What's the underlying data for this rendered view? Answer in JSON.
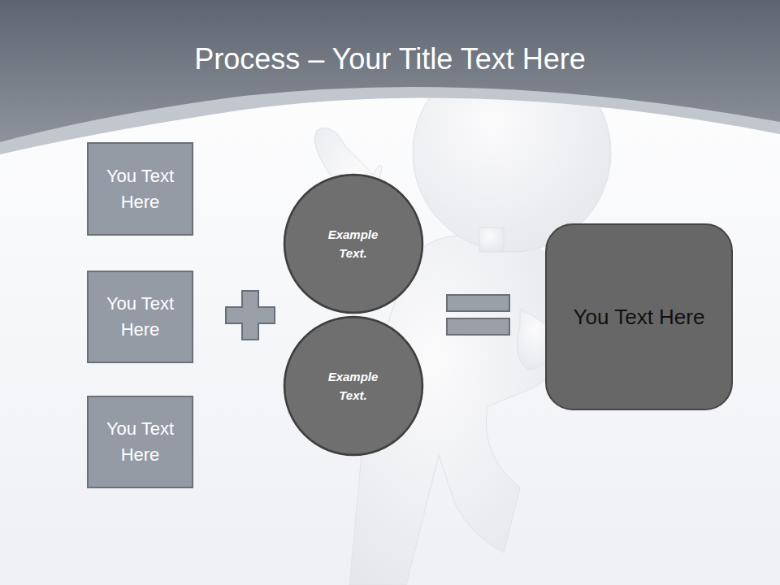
{
  "diagram": {
    "title": "Process – Your Title Text Here",
    "nodes": [
      {
        "text": [
          "You Text Here"
        ]
      },
      {
        "text": [
          "You Text Here"
        ]
      },
      {
        "text": [
          "You Text Here"
        ]
      },
      {
        "text": [
          "Example Text."
        ]
      },
      {
        "text": [
          "Example Text."
        ]
      },
      {
        "text": [
          "You Text Here"
        ]
      }
    ]
  }
}
